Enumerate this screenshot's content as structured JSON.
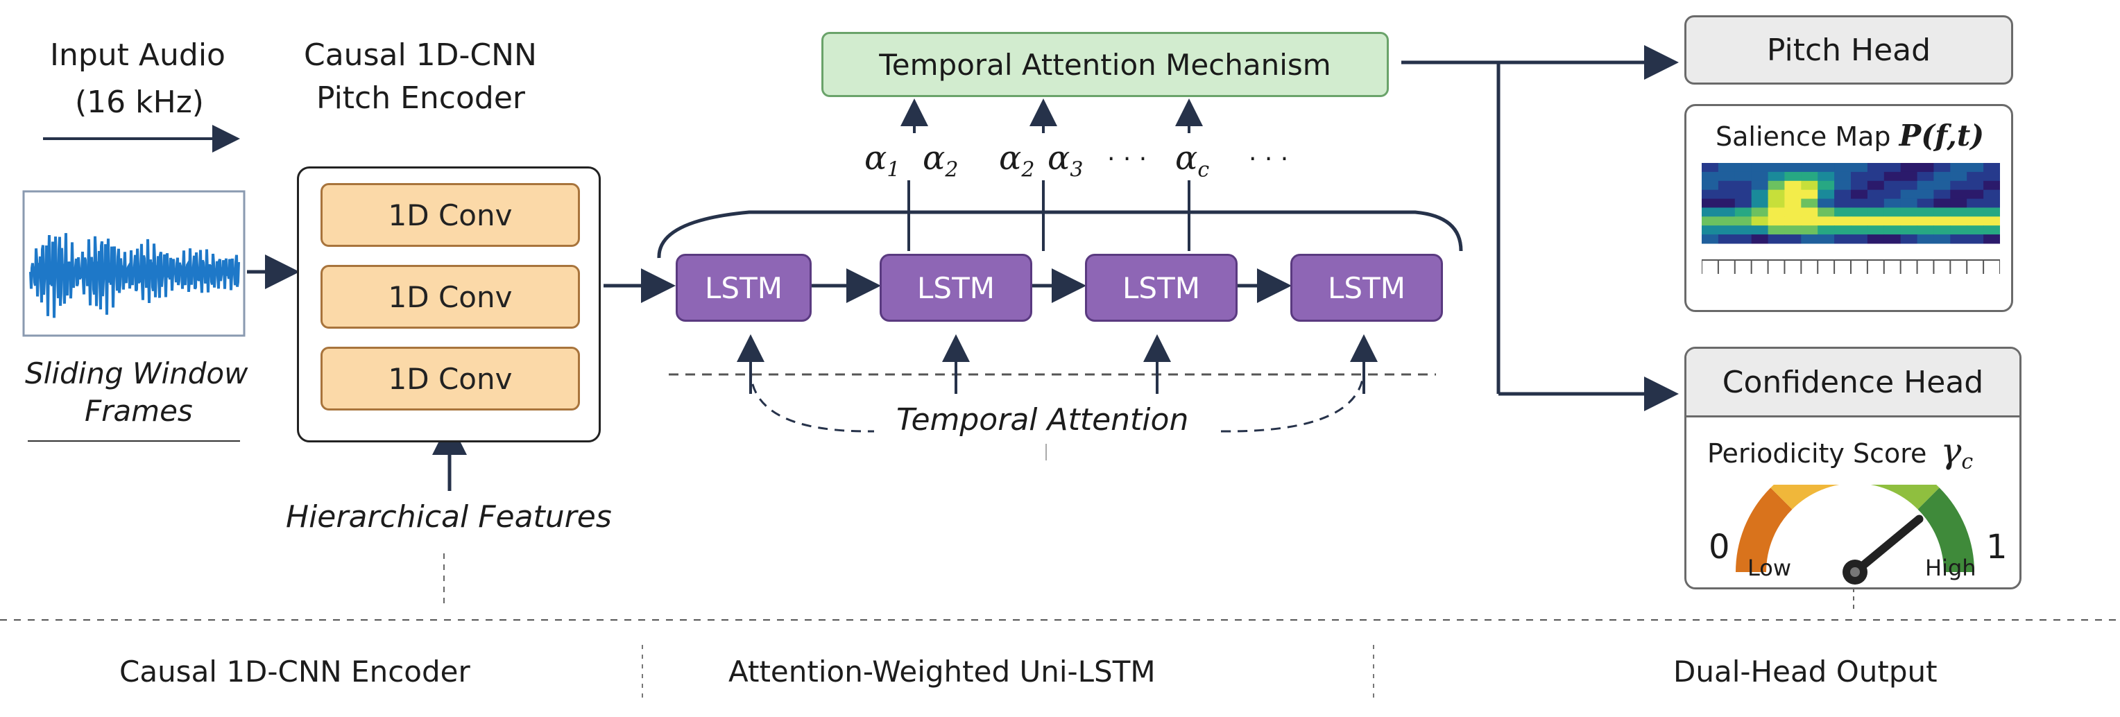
{
  "input": {
    "title_line1": "Input Audio",
    "title_line2": "(16 kHz)",
    "caption_line1": "Sliding Window",
    "caption_line2": "Frames"
  },
  "encoder": {
    "title_line1": "Causal 1D-CNN",
    "title_line2": "Pitch Encoder",
    "conv_labels": [
      "1D Conv",
      "1D Conv",
      "1D Conv"
    ],
    "features_label": "Hierarchical Features"
  },
  "attention": {
    "mechanism_label": "Temporal Attention Mechanism",
    "weights": [
      {
        "letter": "α",
        "sub": "1"
      },
      {
        "letter": "α",
        "sub": "2"
      },
      {
        "letter": "α",
        "sub": "2"
      },
      {
        "letter": "α",
        "sub": "3"
      },
      {
        "letter": "α",
        "sub": "c"
      }
    ],
    "ellipsis": "· · ·",
    "lstm_labels": [
      "LSTM",
      "LSTM",
      "LSTM",
      "LSTM"
    ],
    "temporal_label": "Temporal Attention"
  },
  "output": {
    "pitch_head": "Pitch Head",
    "salience_label": "Salience Map",
    "salience_math": "P(f,t)",
    "confidence_head": "Confidence Head",
    "periodicity_label": "Periodicity Score",
    "periodicity_symbol": "γ",
    "periodicity_sub": "c",
    "gauge_min": "0",
    "gauge_max": "1",
    "gauge_low": "Low",
    "gauge_high": "High",
    "gauge_value": 0.78,
    "gauge_colors": [
      "#d9731c",
      "#f0b73a",
      "#8fbf3f",
      "#3f8a3a"
    ]
  },
  "sections": [
    "Causal 1D-CNN Encoder",
    "Attention-Weighted Uni-LSTM",
    "Dual-Head Output"
  ]
}
